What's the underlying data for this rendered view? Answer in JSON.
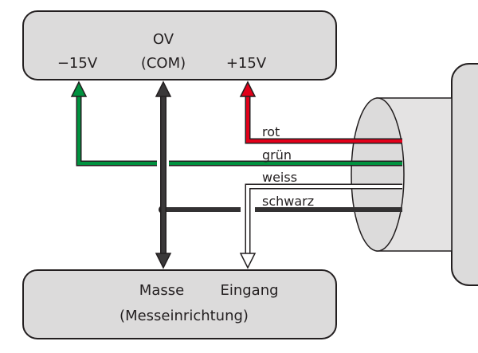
{
  "power_supply": {
    "ov_label": "OV",
    "minus_label": "−15V",
    "com_label": "(COM)",
    "plus_label": "+15V"
  },
  "wires": [
    {
      "label": "rot",
      "color": "#e2001a"
    },
    {
      "label": "grün",
      "color": "#00923f"
    },
    {
      "label": "weiss",
      "color": "#ffffff"
    },
    {
      "label": "schwarz",
      "color": "#333132"
    }
  ],
  "measuring_device": {
    "ground_label": "Masse",
    "input_label": "Eingang",
    "name_label": "(Messeinrichtung)"
  },
  "colors": {
    "box_fill": "#dcdbdb",
    "outline": "#231f20",
    "cable_fill": "#e4e3e3"
  }
}
